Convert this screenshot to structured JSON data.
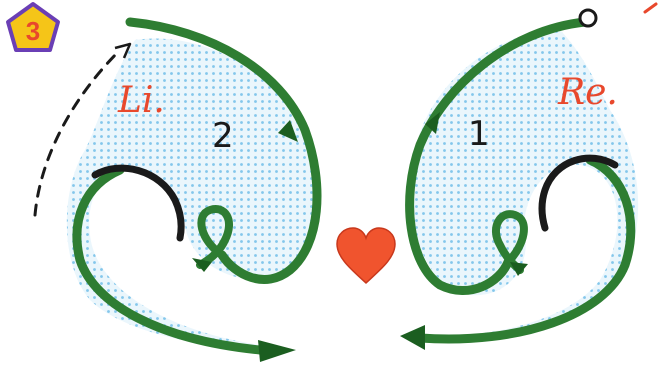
{
  "step_badge": {
    "number": "3",
    "fill": "#f5c518",
    "stroke": "#6a3fb5"
  },
  "left_side": {
    "label": "Li.",
    "number": "2"
  },
  "right_side": {
    "label": "Re.",
    "number": "1"
  },
  "colors": {
    "arrow_green": "#2e7d32",
    "arrow_green_dark": "#1b5e20",
    "dot_blue": "#7cc4ea",
    "label_red": "#e8482c",
    "heart_red": "#f0542e",
    "ink": "#1a1a1a"
  }
}
